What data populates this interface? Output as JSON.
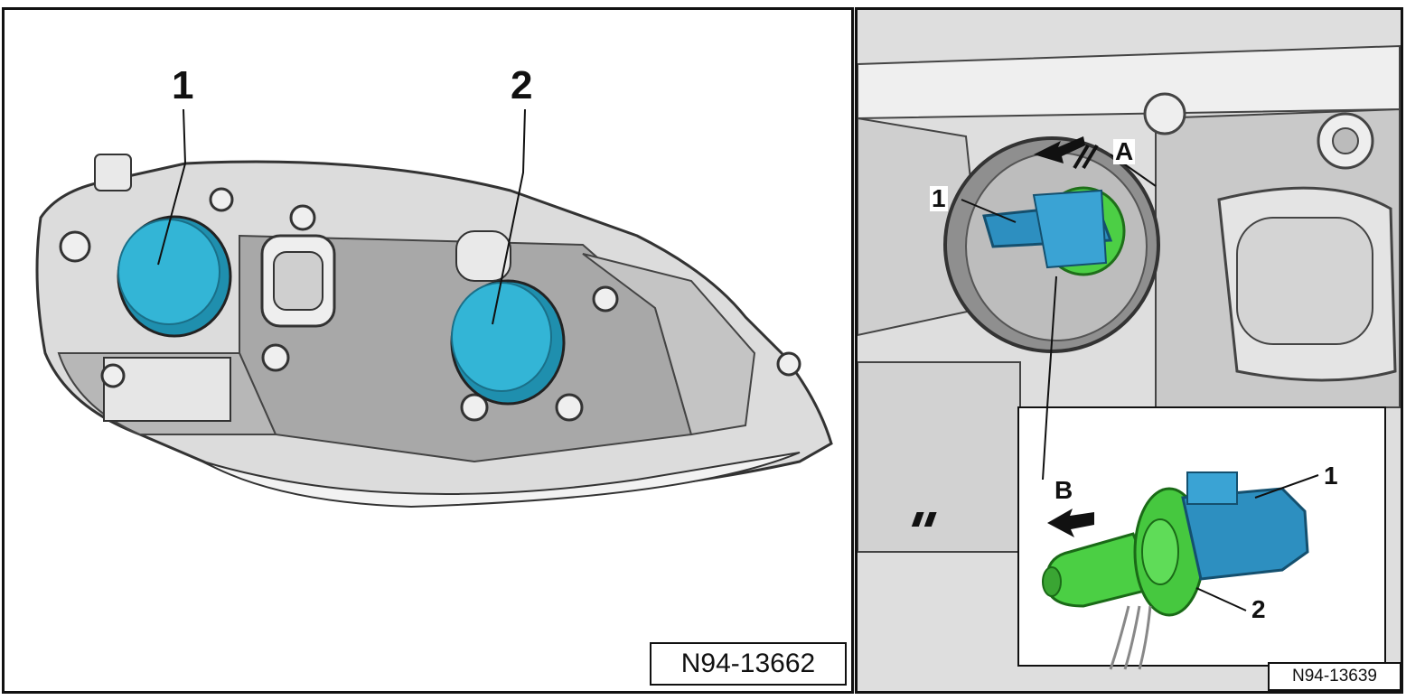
{
  "left_panel": {
    "callouts": [
      "1",
      "2"
    ],
    "figure_id": "N94-13662"
  },
  "right_panel": {
    "callouts": [
      "1",
      "A",
      "B",
      "1",
      "2"
    ],
    "figure_id": "N94-13639"
  },
  "colors": {
    "housing": "#d9d9d9",
    "housing_dark": "#9a9a9a",
    "cap_blue": "#29a3c4",
    "connector_blue": "#2d8fc0",
    "seal_green": "#3fbf3a",
    "outline": "#111111"
  }
}
